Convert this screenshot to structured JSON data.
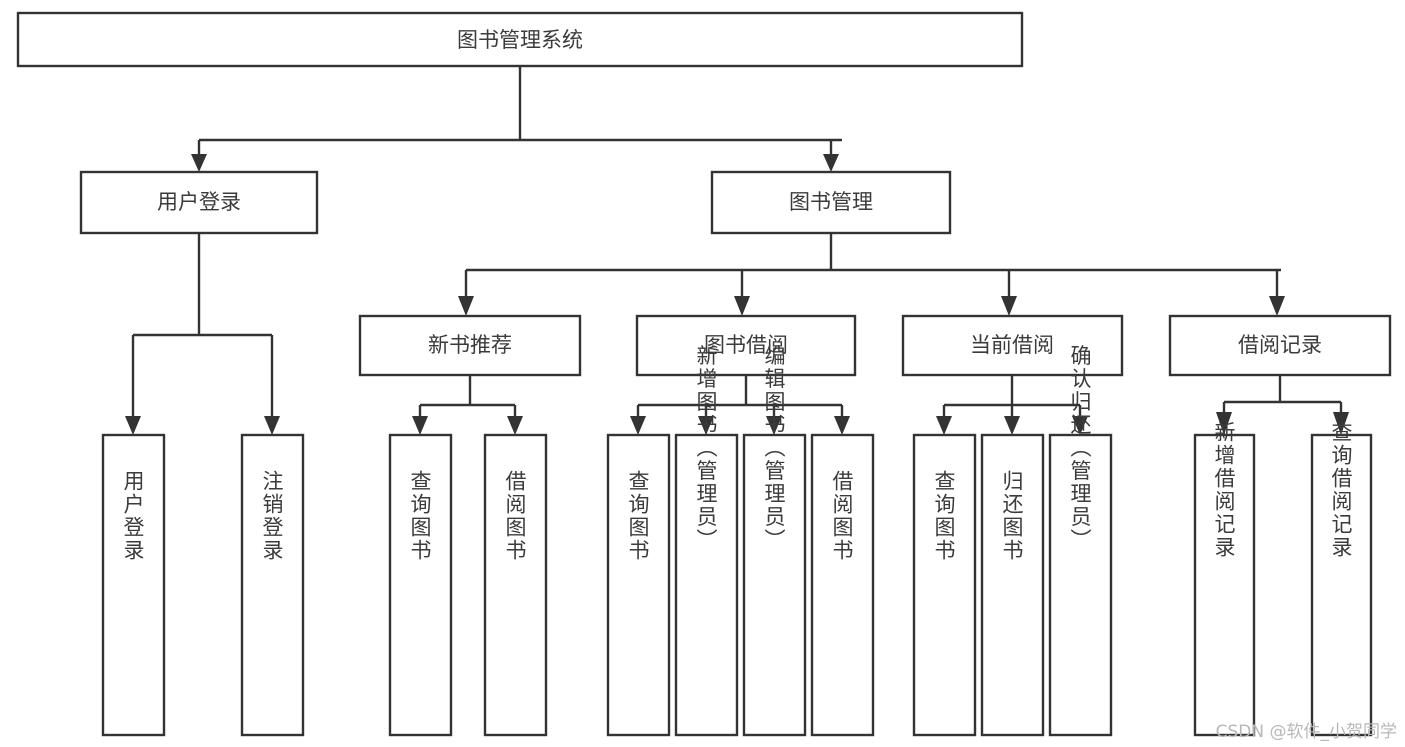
{
  "diagram": {
    "title": "图书管理系统",
    "type": "hierarchy-tree",
    "watermark": "CSDN @软件_小贺同学",
    "colors": {
      "stroke": "#333333",
      "box_fill": "#ffffff",
      "text": "#3b3b3b",
      "background": "#ffffff",
      "watermark": "#b8b8b8"
    },
    "levels": {
      "root": {
        "label": "图书管理系统"
      },
      "level1": [
        {
          "label": "用户登录"
        },
        {
          "label": "图书管理"
        }
      ],
      "level2": [
        {
          "label": "新书推荐"
        },
        {
          "label": "图书借阅"
        },
        {
          "label": "当前借阅"
        },
        {
          "label": "借阅记录"
        }
      ],
      "leaves": {
        "user_login": [
          {
            "label": "用户登录"
          },
          {
            "label": "注销登录"
          }
        ],
        "new_book_recommend": [
          {
            "label": "查询图书"
          },
          {
            "label": "借阅图书"
          }
        ],
        "book_borrow": [
          {
            "label": "查询图书"
          },
          {
            "label": "新增图书（管理员）"
          },
          {
            "label": "编辑图书（管理员）"
          },
          {
            "label": "借阅图书"
          }
        ],
        "current_borrow": [
          {
            "label": "查询图书"
          },
          {
            "label": "归还图书"
          },
          {
            "label": "确认归还（管理员）"
          }
        ],
        "borrow_record": [
          {
            "label": "新增借阅记录"
          },
          {
            "label": "查询借阅记录"
          }
        ]
      }
    }
  }
}
